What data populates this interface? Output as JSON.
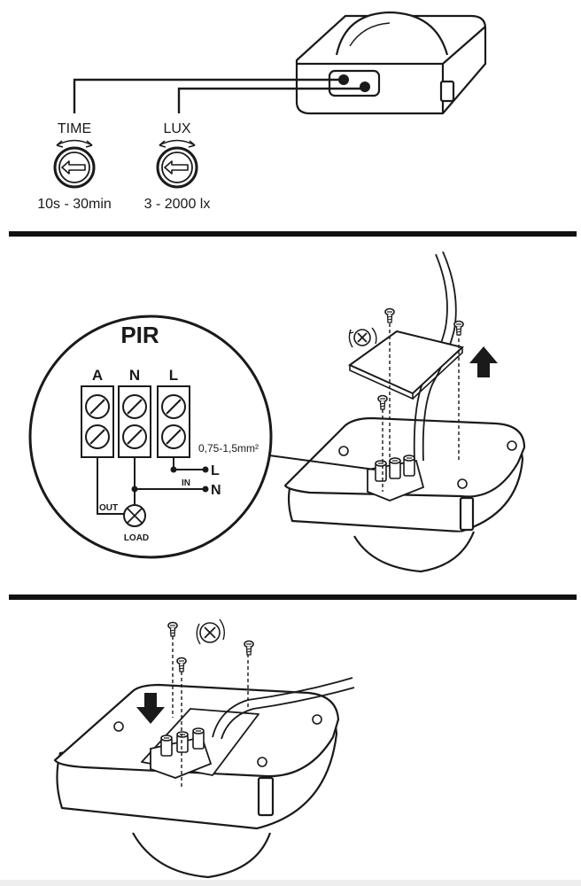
{
  "settings_panel": {
    "time": {
      "title": "TIME",
      "range": "10s - 30min"
    },
    "lux": {
      "title": "LUX",
      "range": "3 - 2000 lx"
    }
  },
  "wiring_panel": {
    "pir_title": "PIR",
    "terminals": [
      "A",
      "N",
      "L"
    ],
    "wire_gauge": "0,75-1,5mm²",
    "line_label": "L",
    "neutral_label": "N",
    "in_label": "IN",
    "out_label": "OUT",
    "load_label": "LOAD",
    "arrow_direction": "up"
  },
  "mounting_panel": {
    "arrow_direction": "down"
  },
  "colors": {
    "line": "#1a1a1a",
    "divider": "#111111",
    "background": "#ffffff"
  },
  "icons": [
    "rotate-dial-icon",
    "screwdriver-rotate-icon",
    "arrow-up-icon",
    "arrow-down-icon",
    "load-lamp-icon",
    "screw-icon"
  ]
}
